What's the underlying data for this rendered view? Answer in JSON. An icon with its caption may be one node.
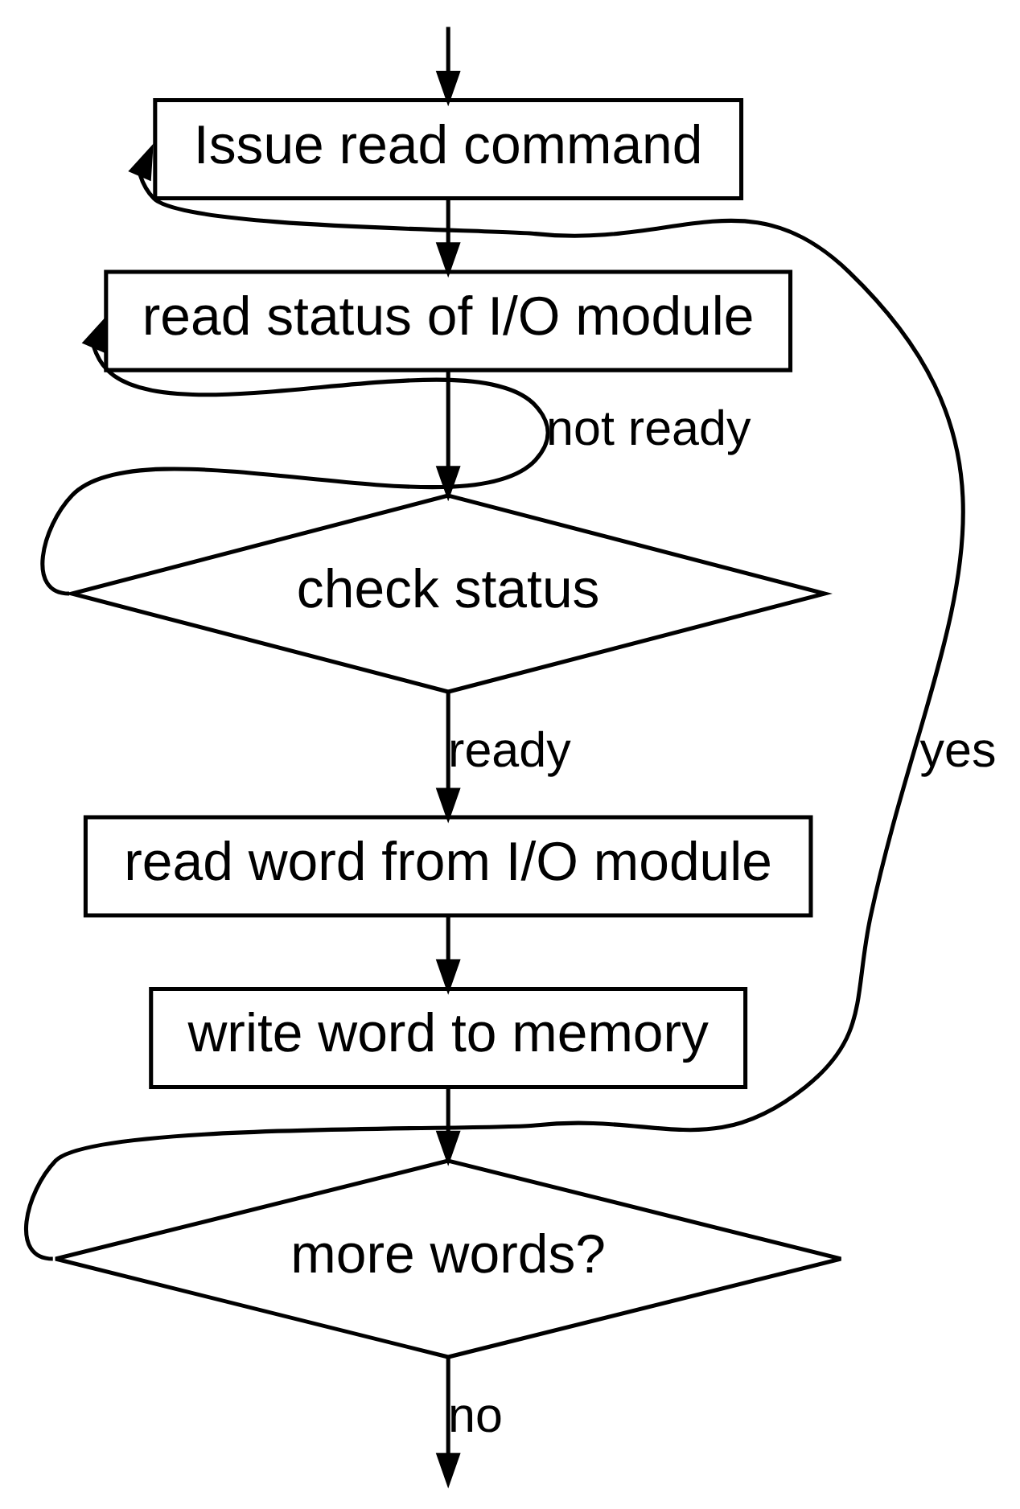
{
  "diagram": {
    "nodes": [
      {
        "text": [
          "Issue read command"
        ]
      },
      {
        "text": [
          "read status of I/O module"
        ]
      },
      {
        "text": [
          "check status"
        ]
      },
      {
        "text": [
          "read word from I/O module"
        ]
      },
      {
        "text": [
          "write word to memory"
        ]
      },
      {
        "text": [
          "more words?"
        ]
      }
    ],
    "edges": [
      {
        "from": null,
        "to": 0,
        "arrow": "to"
      },
      {
        "from": 0,
        "to": 1,
        "arrow": "to"
      },
      {
        "from": 1,
        "to": 2,
        "arrow": "to"
      },
      {
        "from": 2,
        "to": 1,
        "arrow": "to",
        "label": "not ready"
      },
      {
        "from": 2,
        "to": 3,
        "arrow": "to",
        "label": "ready"
      },
      {
        "from": 3,
        "to": 4,
        "arrow": "to"
      },
      {
        "from": 4,
        "to": 5,
        "arrow": "to"
      },
      {
        "from": 5,
        "to": 0,
        "arrow": "to",
        "label": "yes"
      },
      {
        "from": 5,
        "to": null,
        "arrow": "to",
        "label": "no"
      }
    ]
  }
}
